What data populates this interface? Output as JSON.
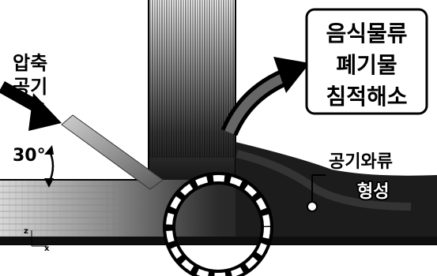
{
  "labels": {
    "compressed_air_line1": "압축",
    "compressed_air_line2": "공기",
    "angle": "30°",
    "result_line1": "음식물류",
    "result_line2": "폐기물",
    "result_line3": "침적해소",
    "vortex_line1": "공기와류",
    "vortex_line2": "형성",
    "axis_z": "z",
    "axis_x": "x"
  },
  "colors": {
    "ink": "#000000",
    "paper": "#ffffff",
    "pipe_dark": "#1e1e1e",
    "pipe_mid": "#6a6a6a",
    "jet": "#9a9a9a"
  }
}
